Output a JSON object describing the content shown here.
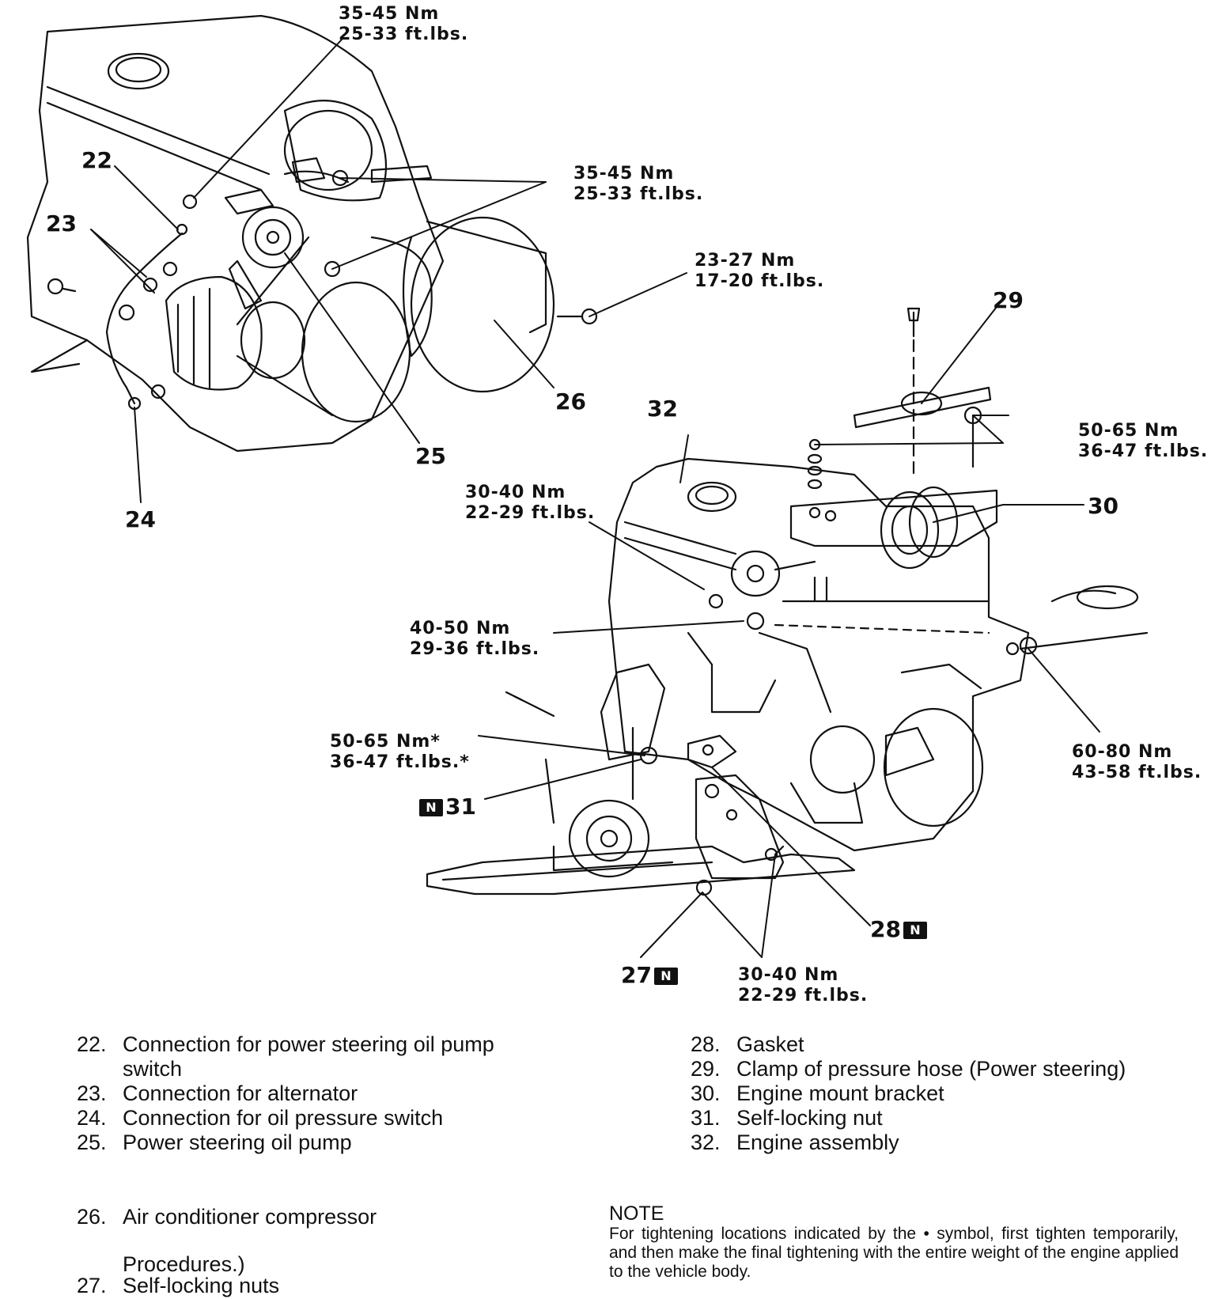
{
  "callouts": {
    "n22": "22",
    "n23": "23",
    "n24": "24",
    "n25": "25",
    "n26": "26",
    "n27": "27",
    "n28": "28",
    "n29": "29",
    "n30": "30",
    "n31": "31",
    "n32": "32",
    "badge": "N"
  },
  "torques": {
    "t_top": [
      "35-45 Nm",
      "25-33 ft.lbs."
    ],
    "t_belt": [
      "35-45 Nm",
      "25-33 ft.lbs."
    ],
    "t_comp": [
      "23-27 Nm",
      "17-20 ft.lbs."
    ],
    "t_bracket": [
      "50-65 Nm",
      "36-47 ft.lbs."
    ],
    "t_mount_left": [
      "30-40 Nm",
      "22-29 ft.lbs."
    ],
    "t_mid": [
      "40-50 Nm",
      "29-36 ft.lbs."
    ],
    "t_star": [
      "50-65 Nm*",
      "36-47 ft.lbs.*"
    ],
    "t_right": [
      "60-80 Nm",
      "43-58 ft.lbs."
    ],
    "t_bottom": [
      "30-40 Nm",
      "22-29 ft.lbs."
    ]
  },
  "legend_left": [
    {
      "idx": "22.",
      "text": "Connection for power steering oil pump switch"
    },
    {
      "idx": "23.",
      "text": "Connection for alternator"
    },
    {
      "idx": "24.",
      "text": "Connection for oil pressure switch"
    },
    {
      "idx": "25.",
      "text": "Power steering oil pump"
    }
  ],
  "legend_left_2": [
    {
      "idx": "26.",
      "text": "Air conditioner compressor"
    }
  ],
  "legend_fragment": "Procedures.)",
  "legend_left_3": [
    {
      "idx": "27.",
      "text": "Self-locking nuts"
    }
  ],
  "legend_right": [
    {
      "idx": "28.",
      "text": "Gasket"
    },
    {
      "idx": "29.",
      "text": "Clamp of pressure hose (Power steering)"
    },
    {
      "idx": "30.",
      "text": "Engine mount bracket"
    },
    {
      "idx": "31.",
      "text": "Self-locking nut"
    },
    {
      "idx": "32.",
      "text": "Engine assembly"
    }
  ],
  "note": {
    "title": "NOTE",
    "body": "For tightening locations indicated by the • symbol, first tighten temporarily, and then make the final tightening with the entire weight of the engine applied to the vehicle body."
  }
}
